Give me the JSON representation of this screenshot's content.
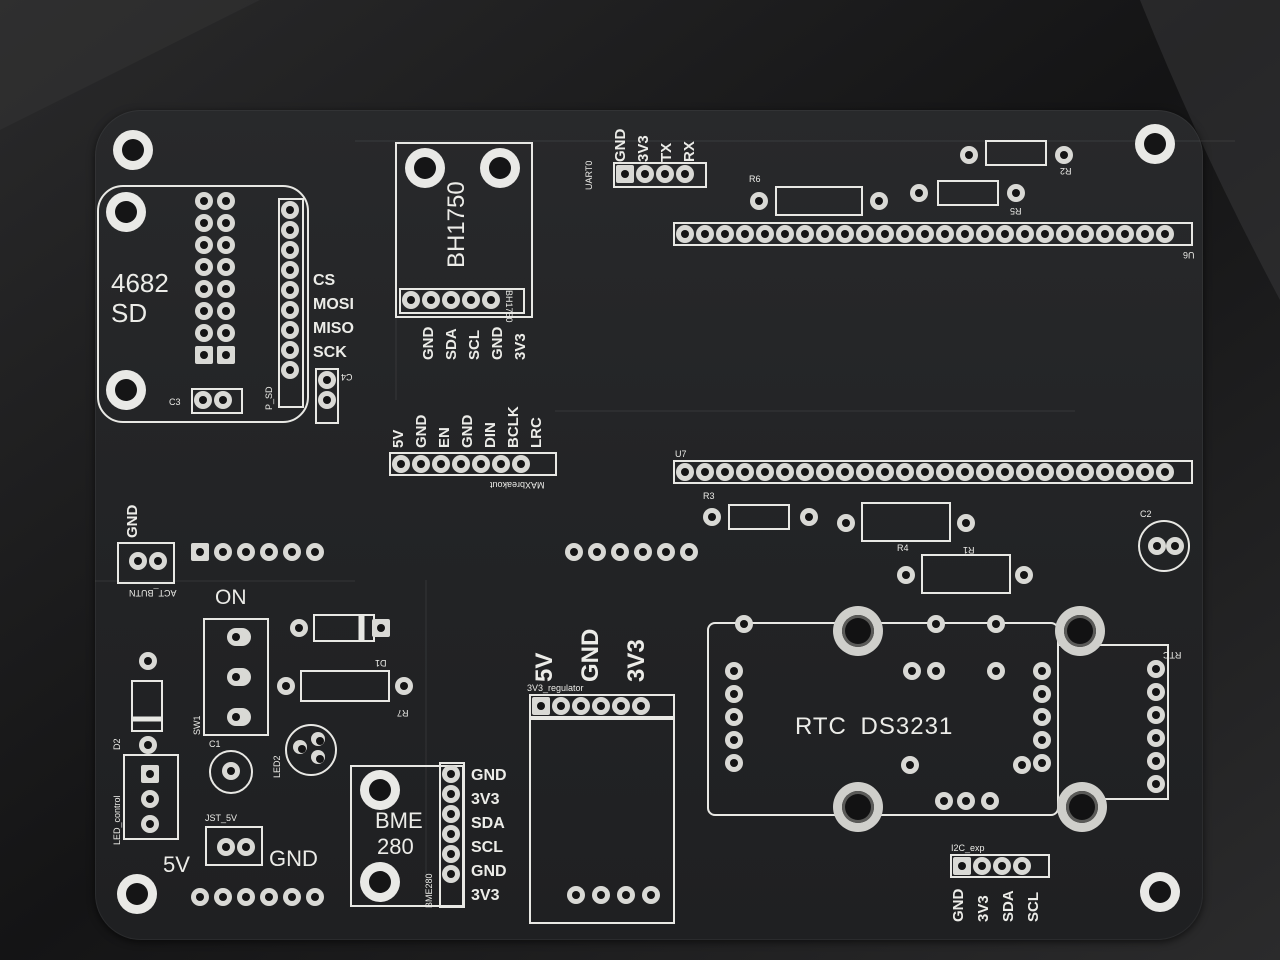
{
  "board": {
    "sd_module": {
      "line1": "4682",
      "line2": "SD",
      "pin_labels": [
        "CS",
        "MOSI",
        "MISO",
        "SCK"
      ],
      "ref_p": "P_SD",
      "ref_c3": "C3",
      "ref_c4": "C4"
    },
    "bh1750": {
      "title": "BH1750",
      "ref": "BH1750",
      "pins": [
        "GND",
        "SDA",
        "SCL",
        "GND",
        "3V3"
      ]
    },
    "uart": {
      "ref": "UART0",
      "pins": [
        "GND",
        "3V3",
        "TX",
        "RX"
      ]
    },
    "max_breakout": {
      "ref": "MAXbreakout",
      "pins": [
        "5V",
        "GND",
        "EN",
        "GND",
        "DIN",
        "BCLK",
        "LRC"
      ]
    },
    "resistors": {
      "r1": "R1",
      "r2": "R2",
      "r3": "R3",
      "r4": "R4",
      "r5": "R5",
      "r6": "R6",
      "r7": "R7"
    },
    "headers": {
      "u6": "U6",
      "u7": "U7"
    },
    "act_button": {
      "ref": "ACT_BUTN",
      "label": "GND"
    },
    "switch": {
      "label": "ON",
      "ref": "SW1"
    },
    "diodes": {
      "d1": "D1",
      "d2": "D2"
    },
    "leds": {
      "led2": "LED2",
      "led_control": "LED_control"
    },
    "caps": {
      "c1": "C1",
      "c2": "C2"
    },
    "jst": {
      "ref": "JST_5V",
      "left": "5V",
      "right": "GND"
    },
    "bme280": {
      "line1": "BME",
      "line2": "280",
      "ref": "BME280",
      "pins": [
        "GND",
        "3V3",
        "SDA",
        "SCL",
        "GND",
        "3V3"
      ]
    },
    "regulator": {
      "ref": "3V3_regulator",
      "pins": [
        "5V",
        "GND",
        "3V3"
      ]
    },
    "rtc": {
      "title": "RTC DS3231",
      "ref": "RTC"
    },
    "i2c_exp": {
      "ref": "I2C_exp",
      "pins": [
        "GND",
        "3V3",
        "SDA",
        "SCL"
      ]
    }
  },
  "colors": {
    "board": "#242527",
    "silkscreen": "#e8e8e4",
    "background": "#1a1a1b"
  }
}
